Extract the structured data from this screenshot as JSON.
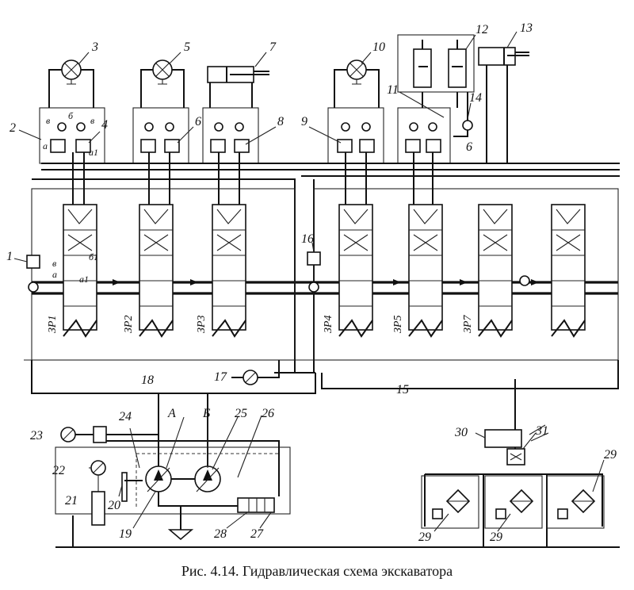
{
  "caption": "Рис. 4.14. Гидравлическая схема экскаватора",
  "numbers": {
    "n1": "1",
    "n2": "2",
    "n3": "3",
    "n4": "4",
    "n5": "5",
    "n6": "6",
    "n6b": "6",
    "n7": "7",
    "n8": "8",
    "n9": "9",
    "n10": "10",
    "n11": "11",
    "n12": "12",
    "n13": "13",
    "n14": "14",
    "n15": "15",
    "n16": "16",
    "n17": "17",
    "n18": "18",
    "n19": "19",
    "n20": "20",
    "n21": "21",
    "n22": "22",
    "n23": "23",
    "n24": "24",
    "n25": "25",
    "n26": "26",
    "n27": "27",
    "n28": "28",
    "n29a": "29",
    "n29b": "29",
    "n29c": "29",
    "n30": "30",
    "n31": "31"
  },
  "letters": {
    "v1": "в",
    "b1": "б",
    "v2": "в",
    "a1": "а",
    "a1sub": "а1",
    "pumpA": "А",
    "pumpB": "Б",
    "dist_a": "а",
    "dist_b": "в",
    "dist_d": "б1",
    "dist_e": "а1"
  },
  "distributors": [
    "ЗР1",
    "ЗР2",
    "ЗР3",
    "ЗР4",
    "ЗР5",
    "ЗР7"
  ]
}
